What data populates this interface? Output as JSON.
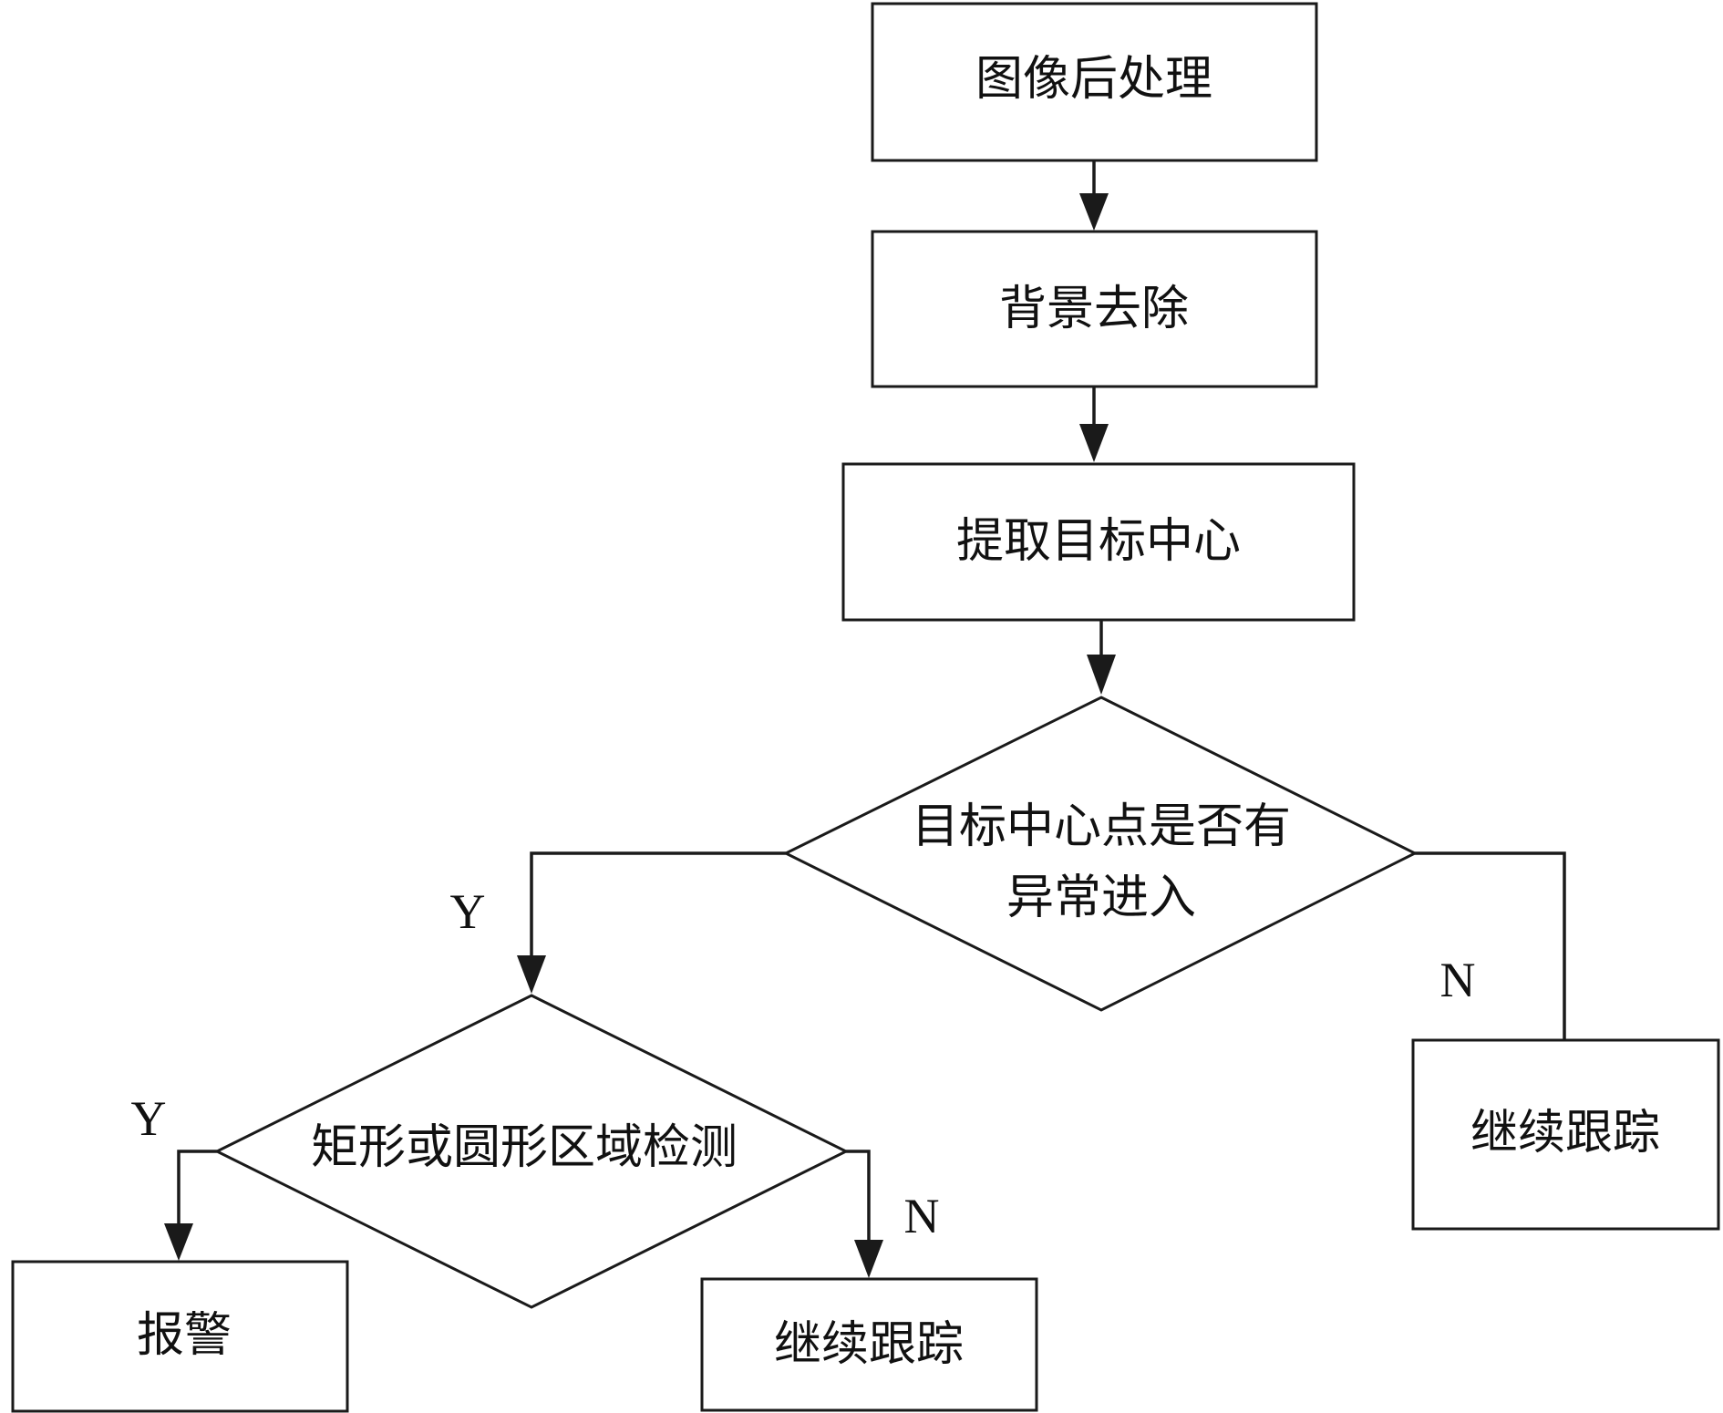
{
  "nodes": {
    "image_postprocess": "图像后处理",
    "background_removal": "背景去除",
    "extract_target_center": "提取目标中心",
    "decision_abnormal_line1": "目标中心点是否有",
    "decision_abnormal_line2": "异常进入",
    "decision_region": "矩形或圆形区域检测",
    "alarm": "报警",
    "continue_tracking_left": "继续跟踪",
    "continue_tracking_right": "继续跟踪"
  },
  "edge_labels": {
    "abnormal_yes": "Y",
    "abnormal_no": "N",
    "region_yes": "Y",
    "region_no": "N"
  }
}
